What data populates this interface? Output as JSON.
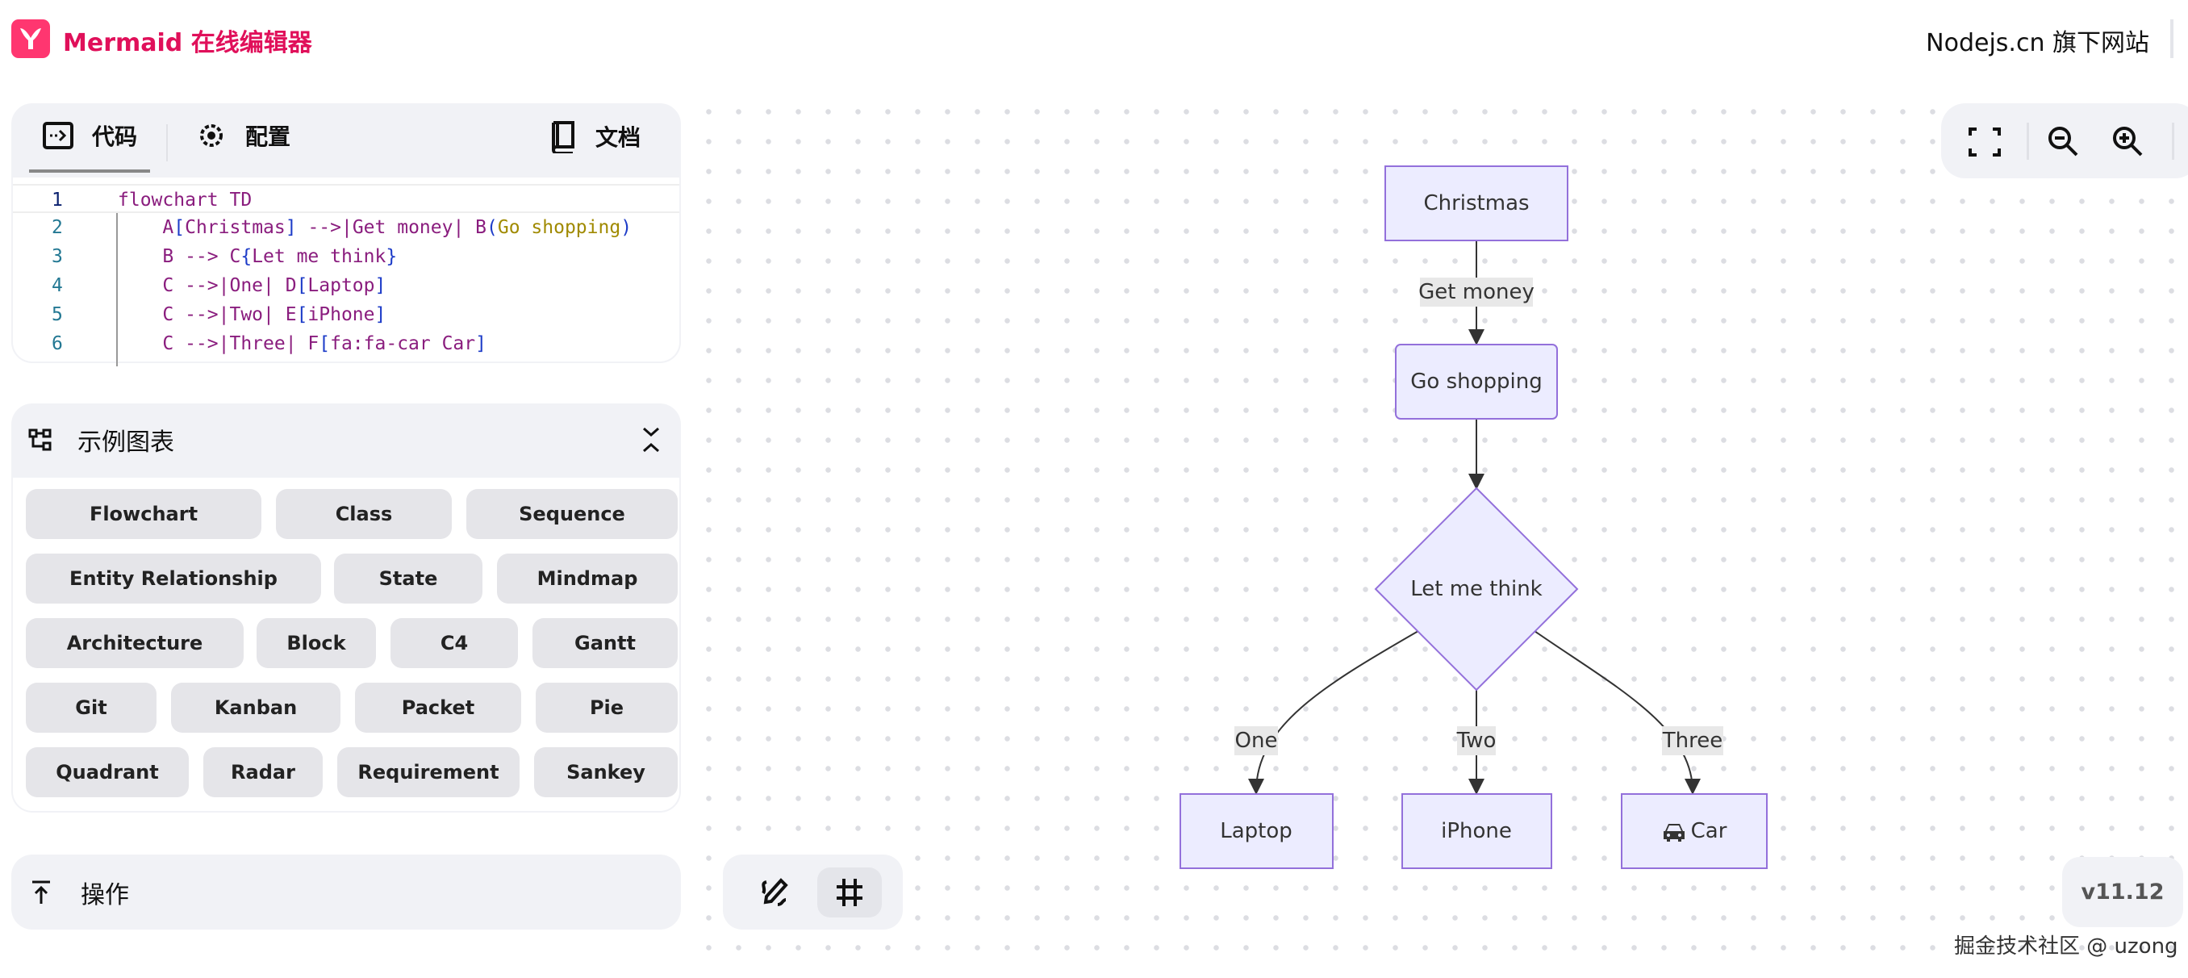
{
  "header": {
    "title": "Mermaid 在线编辑器",
    "site": "Nodejs.cn 旗下网站",
    "brand_color": "#ff3670"
  },
  "editor": {
    "tabs": [
      {
        "label": "代码",
        "icon": "code-icon",
        "active": true
      },
      {
        "label": "配置",
        "icon": "gear-icon"
      },
      {
        "label": "文档",
        "icon": "book-icon"
      }
    ],
    "lines": [
      {
        "n": "1",
        "parts": [
          [
            "kw",
            "flowchart TD"
          ]
        ]
      },
      {
        "n": "2",
        "parts": [
          [
            "tx",
            "    A"
          ],
          [
            "br",
            "["
          ],
          [
            "tx",
            "Christmas"
          ],
          [
            "br",
            "]"
          ],
          [
            "tx",
            " -->|Get money| B"
          ],
          [
            "br",
            "("
          ],
          [
            "str",
            "Go shopping"
          ],
          [
            "br",
            ")"
          ]
        ]
      },
      {
        "n": "3",
        "parts": [
          [
            "tx",
            "    B --> C"
          ],
          [
            "br",
            "{"
          ],
          [
            "tx",
            "Let me think"
          ],
          [
            "br",
            "}"
          ]
        ]
      },
      {
        "n": "4",
        "parts": [
          [
            "tx",
            "    C -->|One| D"
          ],
          [
            "br",
            "["
          ],
          [
            "tx",
            "Laptop"
          ],
          [
            "br",
            "]"
          ]
        ]
      },
      {
        "n": "5",
        "parts": [
          [
            "tx",
            "    C -->|Two| E"
          ],
          [
            "br",
            "["
          ],
          [
            "tx",
            "iPhone"
          ],
          [
            "br",
            "]"
          ]
        ]
      },
      {
        "n": "6",
        "parts": [
          [
            "tx",
            "    C -->|Three| F"
          ],
          [
            "br",
            "["
          ],
          [
            "tx",
            "fa:fa-car Car"
          ],
          [
            "br",
            "]"
          ]
        ]
      }
    ]
  },
  "examples": {
    "title": "示例图表",
    "items": [
      "Flowchart",
      "Class",
      "Sequence",
      "Entity Relationship",
      "State",
      "Mindmap",
      "Architecture",
      "Block",
      "C4",
      "Gantt",
      "Git",
      "Kanban",
      "Packet",
      "Pie",
      "Quadrant",
      "Radar",
      "Requirement",
      "Sankey"
    ]
  },
  "actions": {
    "title": "操作"
  },
  "version": "v11.12",
  "watermark": "掘金技术社区 @ uzong",
  "diagram": {
    "nodes": {
      "a": "Christmas",
      "b": "Go shopping",
      "c": "Let me think",
      "d": "Laptop",
      "e": "iPhone",
      "f": "Car"
    },
    "edges": {
      "ab": "Get money",
      "cd": "One",
      "ce": "Two",
      "cf": "Three"
    },
    "car_icon": "car-icon"
  }
}
